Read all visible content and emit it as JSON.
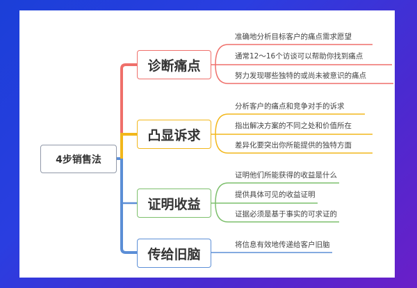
{
  "root": "4步销售法",
  "branches": [
    {
      "label": "诊断痛点",
      "color": "#ef6f6a",
      "items": [
        "准确地分析目标客户的痛点需求愿望",
        "通常12～16个访谈可以帮助你找到痛点",
        "努力发现哪些独特的或尚未被意识的痛点"
      ]
    },
    {
      "label": "凸显诉求",
      "color": "#f2b71a",
      "items": [
        "分析客户的痛点和竞争对手的诉求",
        "指出解决方案的不同之处和价值所在",
        "差异化要突出你所能提供的独特方面"
      ]
    },
    {
      "label": "证明收益",
      "color": "#7cbf6b",
      "items": [
        "证明他们所能获得的收益是什么",
        "提供具体可见的收益证明",
        "证据必须是基于事实的可求证的"
      ]
    },
    {
      "label": "传给旧脑",
      "color": "#5b8ed6",
      "items": [
        "将信息有效地传递给客户旧脑"
      ]
    }
  ]
}
